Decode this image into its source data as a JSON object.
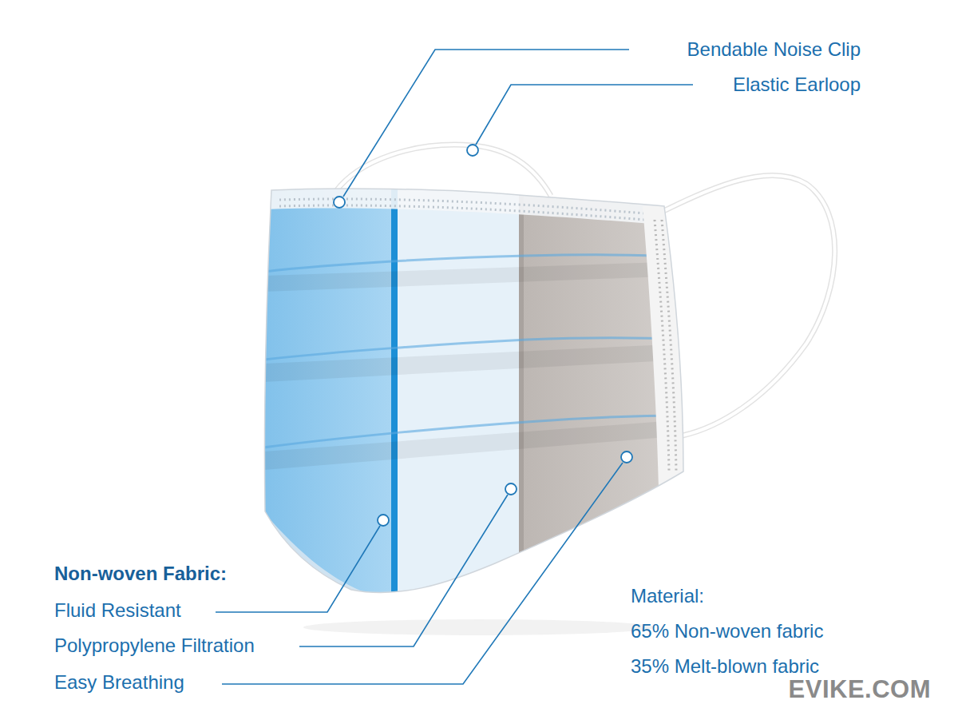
{
  "diagram": {
    "labels": [
      "Bendable Noise Clip",
      "Elastic Earloop",
      "Non-woven Fabric:",
      "Fluid Resistant",
      "Polypropylene Filtration",
      "Easy Breathing",
      "Material:",
      "65% Non-woven fabric",
      "35% Melt-blown fabric",
      "EVIKE.COM"
    ]
  }
}
